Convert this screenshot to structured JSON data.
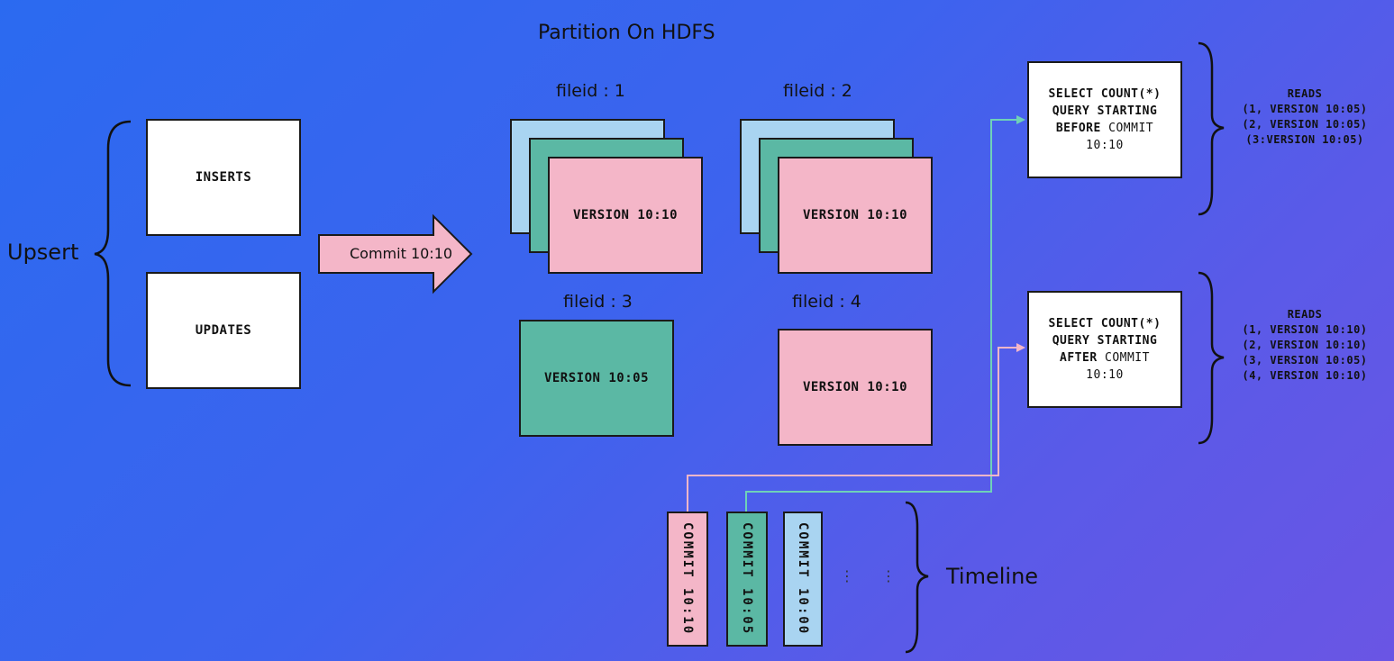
{
  "title": "Partition On HDFS",
  "upsert": {
    "label": "Upsert",
    "inserts": "INSERTS",
    "updates": "UPDATES"
  },
  "commit_arrow": {
    "label": "Commit 10:10"
  },
  "files": [
    {
      "label": "fileid : 1",
      "version": "VERSION 10:10"
    },
    {
      "label": "fileid : 2",
      "version": "VERSION 10:10"
    },
    {
      "label": "fileid : 3",
      "version": "VERSION 10:05"
    },
    {
      "label": "fileid : 4",
      "version": "VERSION 10:10"
    }
  ],
  "queries": [
    {
      "lines": [
        "SELECT COUNT(*)",
        "QUERY STARTING"
      ],
      "emph": "BEFORE",
      "after_emph": " COMMIT",
      "time": "10:10",
      "reads_title": "READS",
      "reads": [
        "(1, VERSION 10:05)",
        "(2, VERSION 10:05)",
        "(3:VERSION 10:05)"
      ]
    },
    {
      "lines": [
        "SELECT COUNT(*)",
        "QUERY STARTING"
      ],
      "emph": "AFTER",
      "after_emph": " COMMIT",
      "time": "10:10",
      "reads_title": "READS",
      "reads": [
        "(1, VERSION 10:10)",
        "(2, VERSION 10:10)",
        "(3, VERSION 10:05)",
        "(4, VERSION 10:10)"
      ]
    }
  ],
  "timeline": {
    "label": "Timeline",
    "commits": [
      "COMMIT 10:10",
      "COMMIT 10:05",
      "COMMIT 10:00"
    ],
    "ellipsis": [
      "⋮",
      "⋮"
    ]
  },
  "colors": {
    "pink": "#f4b6c8",
    "teal": "#5bb8a4",
    "blue": "#a9d4f1",
    "white": "#ffffff"
  }
}
